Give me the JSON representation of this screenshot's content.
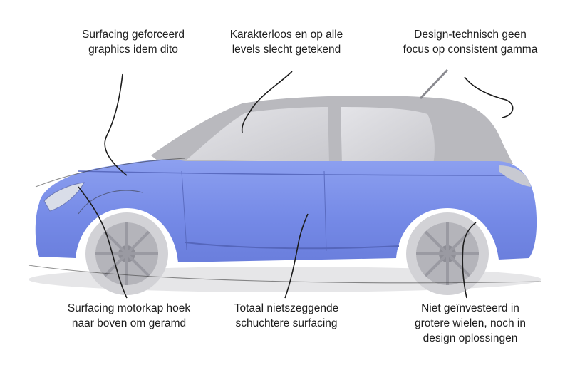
{
  "colors": {
    "body_blue": "#7b8ee8",
    "roof_grey": "#b9b9be",
    "annotation_ink": "#1c1c1c",
    "background": "#ffffff"
  },
  "annotations": {
    "top_left": [
      "Surfacing geforceerd",
      "graphics idem dito"
    ],
    "top_center": [
      "Karakterloos en op alle",
      "levels slecht getekend"
    ],
    "top_right": [
      "Design-technisch geen",
      "focus op consistent gamma"
    ],
    "bottom_left": [
      "Surfacing motorkap hoek",
      "naar boven om geramd"
    ],
    "bottom_center": [
      "Totaal nietszeggende",
      "schuchtere surfacing"
    ],
    "bottom_right": [
      "Niet geïnvesteerd in",
      "grotere wielen, noch in",
      "design oplossingen"
    ]
  }
}
